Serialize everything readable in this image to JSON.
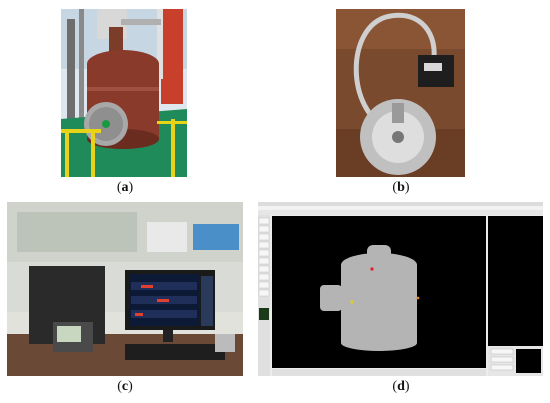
{
  "figure": {
    "captions": [
      {
        "open": "(",
        "label": "a",
        "close": ")"
      },
      {
        "open": "(",
        "label": "b",
        "close": ")"
      },
      {
        "open": "(",
        "label": "c",
        "close": ")"
      },
      {
        "open": "(",
        "label": "d",
        "close": ")"
      }
    ]
  },
  "colors": {
    "vessel_red": "#8a3a2a",
    "railing_yellow": "#e8d21a",
    "floor_green": "#1f8a5a",
    "plate_rust": "#7a4a2e",
    "screen_black": "#000000",
    "vessel_gray": "#b4b4b4",
    "marker_red": "#e02020",
    "marker_yellow": "#e0d020"
  }
}
